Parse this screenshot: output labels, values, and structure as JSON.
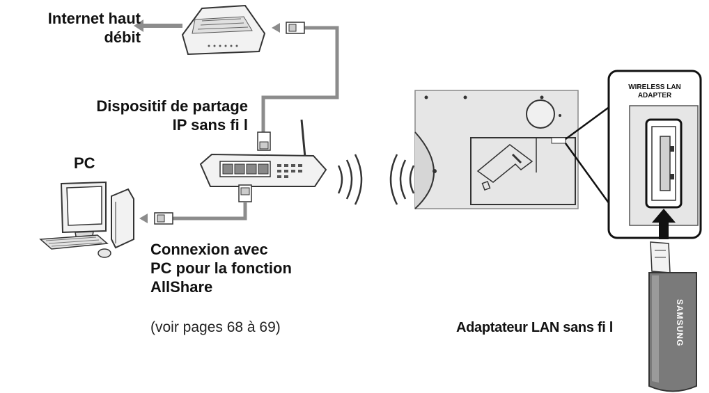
{
  "labels": {
    "internet_line1": "Internet haut",
    "internet_line2": "débit",
    "sharing_line1": "Dispositif de partage",
    "sharing_line2": "IP sans fi l",
    "pc": "PC",
    "connection_line1": "Connexion avec",
    "connection_line2": "PC pour la fonction",
    "connection_line3": "AllShare",
    "pages_ref": "(voir pages 68 à 69)",
    "adapter": "Adaptateur LAN sans fi l"
  },
  "port_panel": {
    "title_line1": "WIRELESS LAN",
    "title_line2": "ADAPTER"
  },
  "dongle": {
    "brand": "SAMSUNG"
  },
  "colors": {
    "cable": "#8c8c8c",
    "device_outline": "#333333",
    "device_fill": "#f2f2f2",
    "panel_fill": "#e6e6e6",
    "dongle_body": "#7a7a7a"
  }
}
